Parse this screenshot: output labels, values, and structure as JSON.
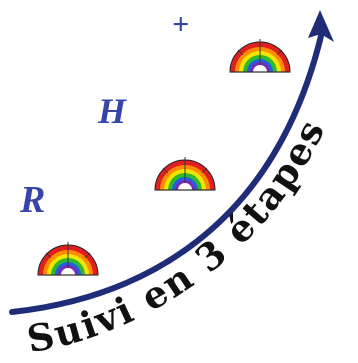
{
  "logo": {
    "caption": "Suivi en 3 étapes",
    "markers": {
      "plus": "+",
      "h": "H",
      "r": "R"
    }
  },
  "colors": {
    "arrow": "#1f2d78",
    "letters": "#3645a8",
    "text": "#111111",
    "rainbow": [
      "#e02020",
      "#ff8c00",
      "#f2e600",
      "#2eb82e",
      "#2060e0",
      "#7a2bb5"
    ]
  },
  "icons": {
    "steps": [
      "rainbow-gauge-icon",
      "rainbow-gauge-icon",
      "rainbow-gauge-icon"
    ],
    "arrow": "curved-arrow-icon"
  }
}
